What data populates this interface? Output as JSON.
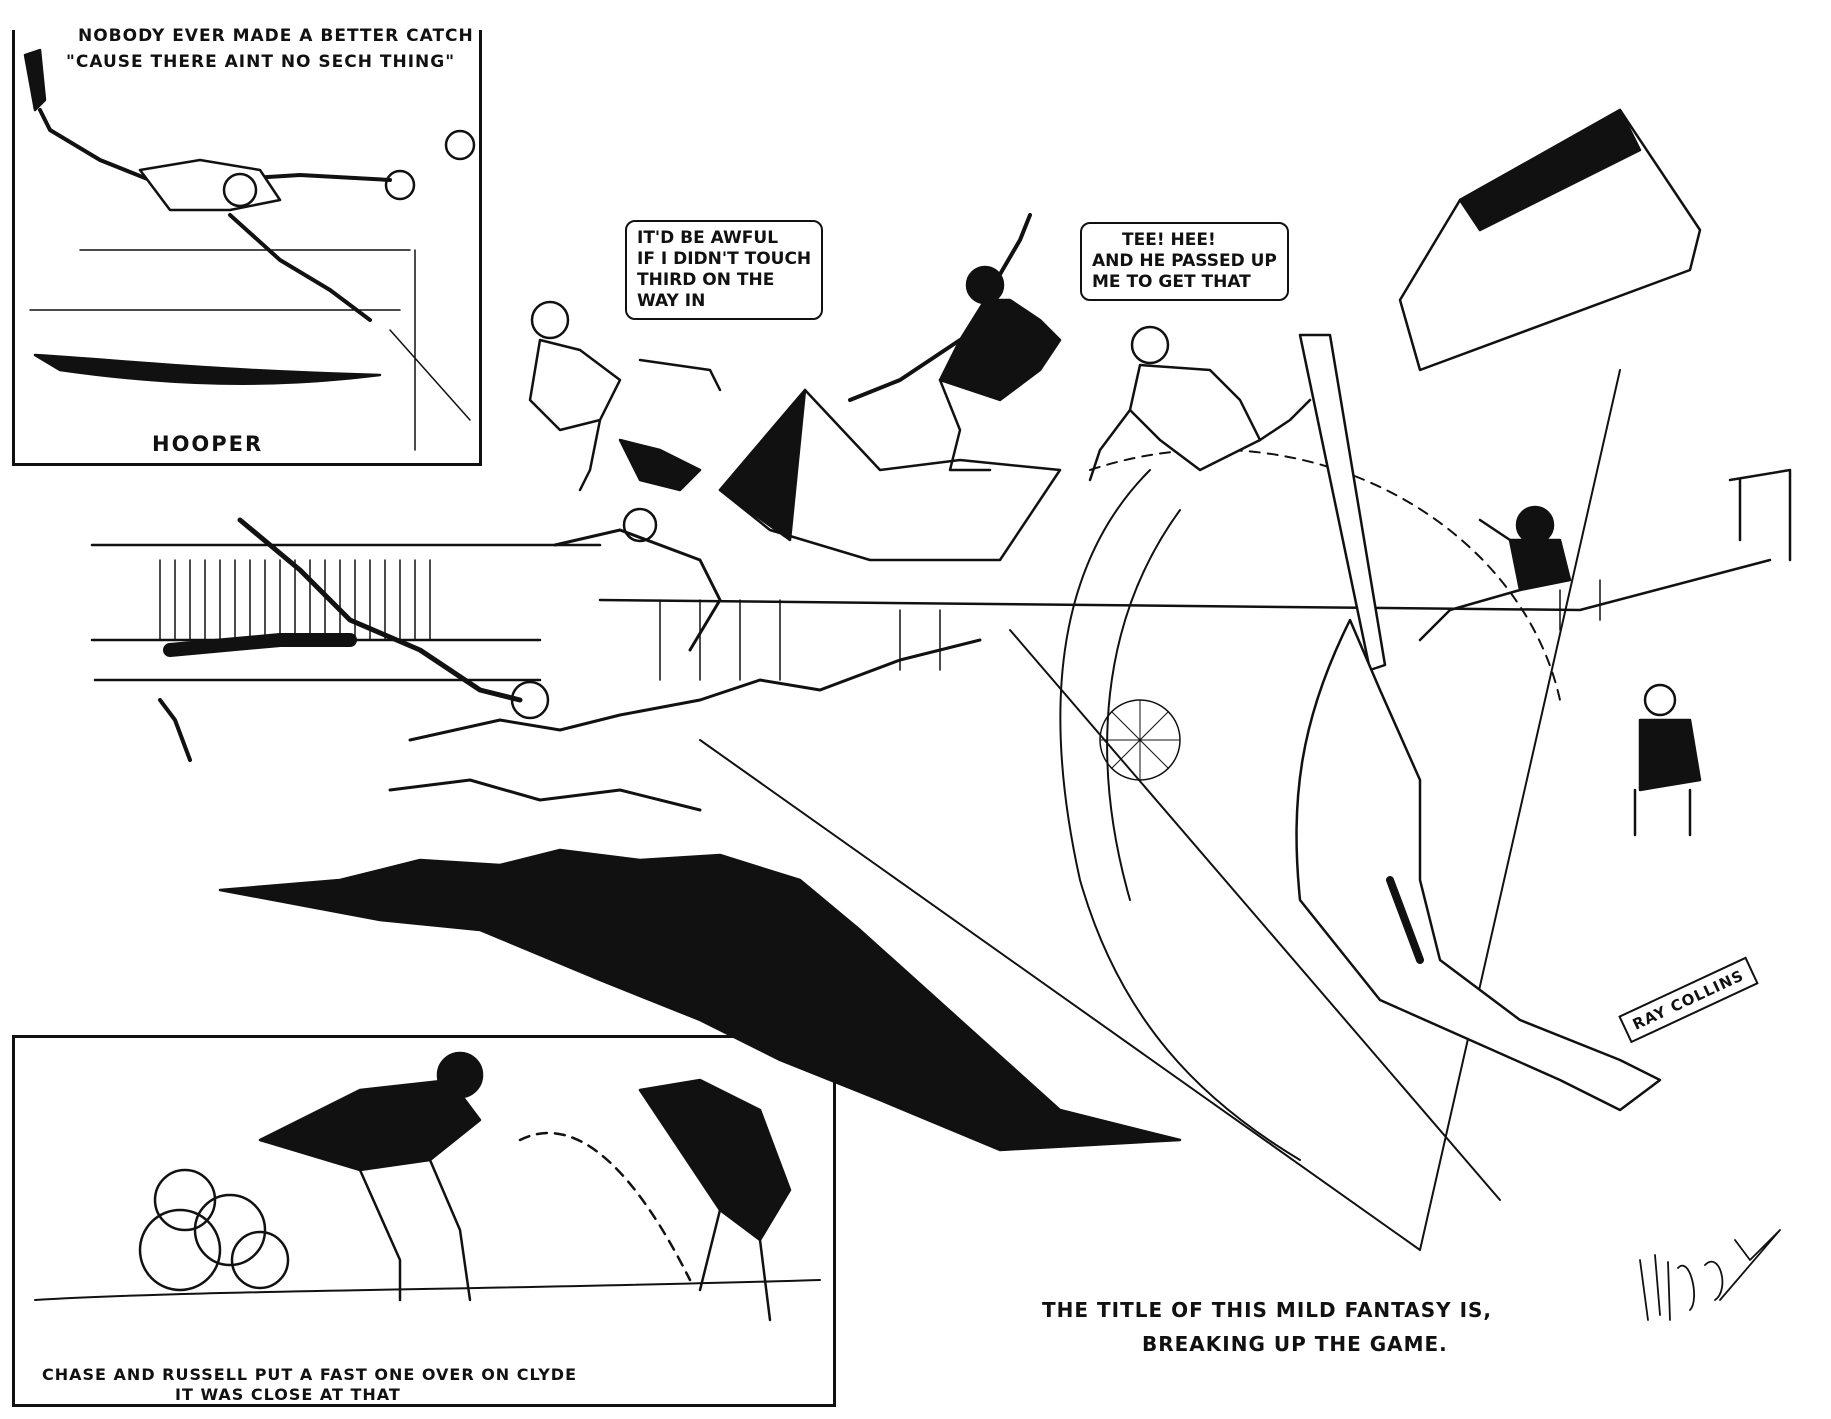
{
  "top_panel": {
    "caption_line1": "NOBODY EVER MADE A BETTER CATCH",
    "caption_line2": "\"CAUSE THERE AINT NO SECH THING\"",
    "player_name": "HOOPER"
  },
  "bubbles": [
    {
      "lines": [
        "IT'D BE AWFUL",
        "IF I DIDN'T TOUCH",
        "THIRD ON THE",
        "WAY IN"
      ]
    },
    {
      "lines": [
        "TEE! HEE!",
        "AND HE PASSED UP",
        "ME TO GET THAT"
      ]
    }
  ],
  "batter_label": "RAY COLLINS",
  "bottom_panel": {
    "caption_line1": "CHASE AND RUSSELL PUT A FAST ONE OVER ON CLYDE",
    "caption_line2": "IT WAS CLOSE AT THAT"
  },
  "main_caption": {
    "line1": "THE TITLE OF THIS MILD FANTASY IS,",
    "line2": "BREAKING UP THE GAME."
  },
  "signature": "Wallace Goldsmith"
}
